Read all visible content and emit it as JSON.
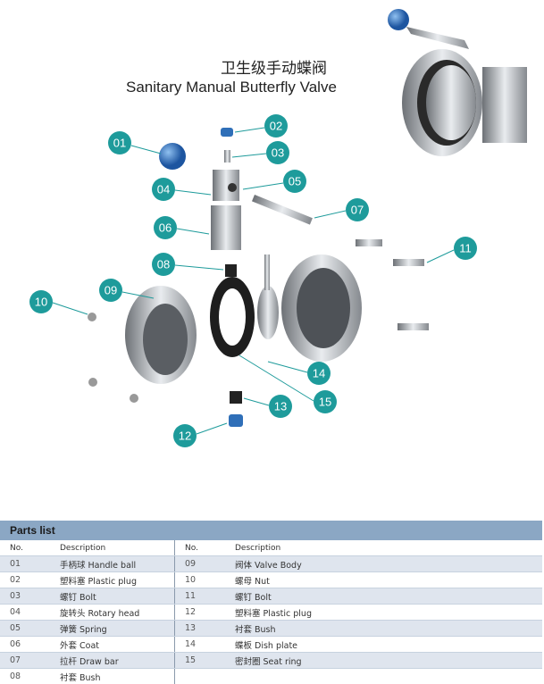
{
  "title": {
    "cn": "卫生级手动蝶阀",
    "en": "Sanitary Manual  Butterfly Valve"
  },
  "callouts": [
    "01",
    "02",
    "03",
    "04",
    "05",
    "06",
    "07",
    "08",
    "09",
    "10",
    "11",
    "12",
    "13",
    "14",
    "15"
  ],
  "colors": {
    "callout": "#1e9b9b",
    "header": "#8ba7c4",
    "alt_row": "#dfe5ee",
    "ball": "#2f6fb8"
  },
  "parts_list": {
    "title": "Parts list",
    "headers": {
      "no": "No.",
      "desc": "Description"
    },
    "left": [
      {
        "no": "01",
        "desc": "手柄球 Handle ball"
      },
      {
        "no": "02",
        "desc": "塑料塞 Plastic plug"
      },
      {
        "no": "03",
        "desc": "螺钉 Bolt"
      },
      {
        "no": "04",
        "desc": "旋转头 Rotary head"
      },
      {
        "no": "05",
        "desc": "弹簧 Spring"
      },
      {
        "no": "06",
        "desc": "外套 Coat"
      },
      {
        "no": "07",
        "desc": "拉杆 Draw bar"
      },
      {
        "no": "08",
        "desc": "衬套 Bush"
      }
    ],
    "right": [
      {
        "no": "09",
        "desc": "阀体 Valve Body"
      },
      {
        "no": "10",
        "desc": "螺母 Nut"
      },
      {
        "no": "11",
        "desc": "螺钉 Bolt"
      },
      {
        "no": "12",
        "desc": "塑料塞 Plastic plug"
      },
      {
        "no": "13",
        "desc": "衬套 Bush"
      },
      {
        "no": "14",
        "desc": "蝶板 Dish plate"
      },
      {
        "no": "15",
        "desc": "密封圈 Seat ring"
      }
    ]
  }
}
